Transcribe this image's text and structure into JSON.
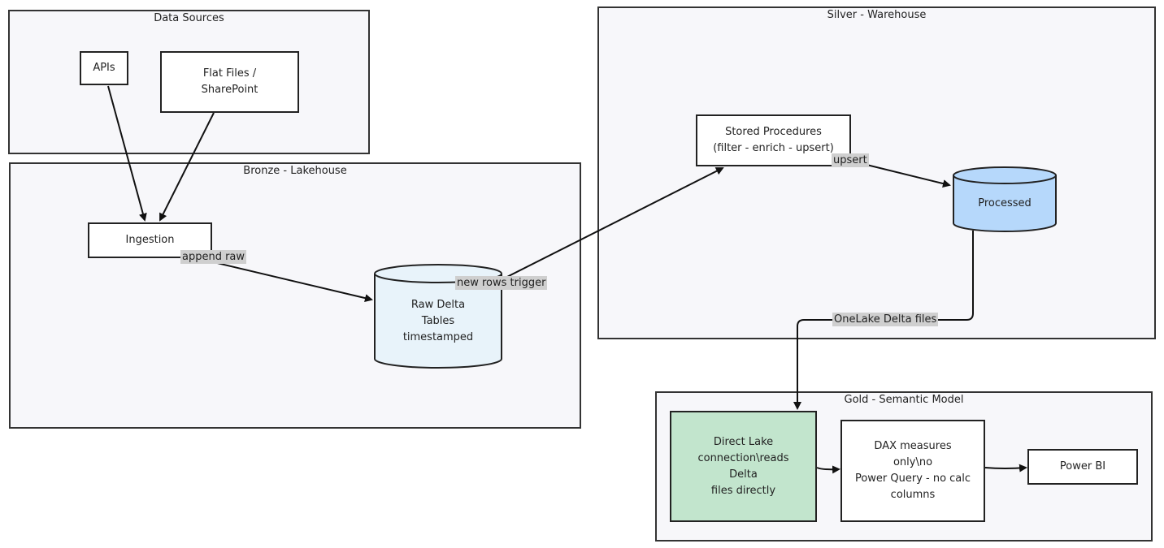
{
  "colors": {
    "cluster_fill": "#f7f7fa",
    "border": "#333333",
    "raw_db_fill": "#e8f3fa",
    "processed_db_fill": "#b6d8fb",
    "direct_lake_fill": "#c2e5cd",
    "edge_label_bg": "#cfcfcf"
  },
  "clusters": {
    "sources": "Data Sources",
    "bronze": "Bronze - Lakehouse",
    "silver": "Silver - Warehouse",
    "gold": "Gold - Semantic Model"
  },
  "nodes": {
    "apis": "APIs",
    "flat_files": [
      "Flat Files /",
      "SharePoint"
    ],
    "ingestion": "Ingestion",
    "raw_delta": [
      "Raw Delta",
      "Tables",
      "timestamped"
    ],
    "stored_procedures": [
      "Stored Procedures",
      "(filter - enrich - upsert)"
    ],
    "processed": "Processed",
    "direct_lake": [
      "Direct Lake",
      "connection\\reads",
      "Delta",
      "files directly"
    ],
    "dax": [
      "DAX measures",
      "only\\no",
      "Power Query - no calc",
      "columns"
    ],
    "power_bi": "Power BI"
  },
  "edges": {
    "append_raw": "append raw",
    "new_rows_trigger": "new rows trigger",
    "upsert": "upsert",
    "onelake": "OneLake Delta files"
  }
}
